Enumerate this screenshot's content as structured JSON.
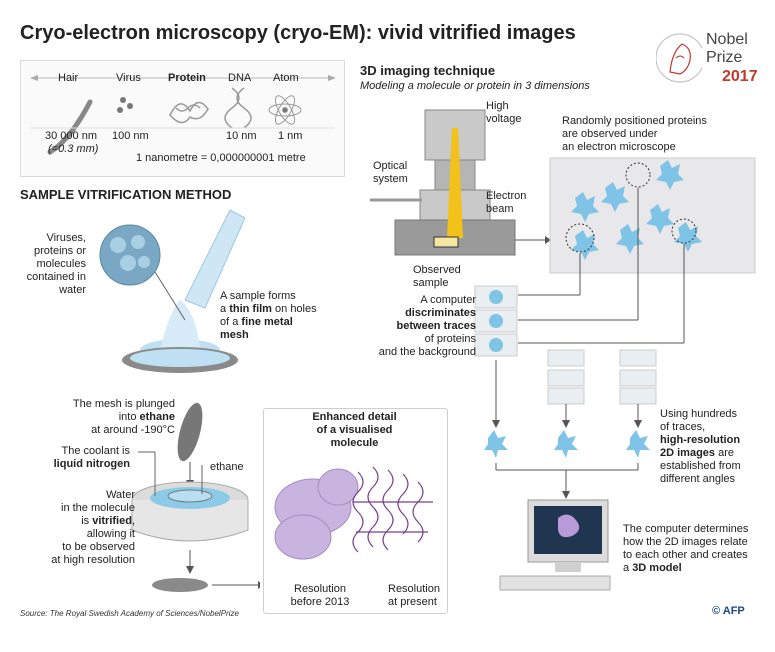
{
  "title": "Cryo-electron microscopy (cryo-EM): vivid vitrified images",
  "nobel": {
    "line1": "Nobel",
    "line2": "Prize",
    "year": "2017"
  },
  "scale": {
    "items": [
      {
        "name": "Hair",
        "size": "30 000 nm",
        "note": "(=0.3 mm)"
      },
      {
        "name": "Virus",
        "size": "100 nm",
        "note": ""
      },
      {
        "name": "Protein",
        "size": "",
        "note": ""
      },
      {
        "name": "DNA",
        "size": "10 nm",
        "note": ""
      },
      {
        "name": "Atom",
        "size": "1 nm",
        "note": ""
      }
    ],
    "nanometre": "1 nanometre = 0,000000001 metre"
  },
  "vitrification": {
    "heading": "SAMPLE VITRIFICATION METHOD",
    "viruses_label": "Viruses, proteins or molecules contained in water",
    "sample_forms_1": "A sample forms",
    "sample_forms_2a": "a ",
    "sample_forms_2b": "thin film",
    "sample_forms_2c": " on holes",
    "sample_forms_3a": "of a ",
    "sample_forms_3b": "fine metal",
    "sample_forms_4": "mesh",
    "plunged_1": "The mesh is plunged",
    "plunged_2a": "into ",
    "plunged_2b": "ethane",
    "plunged_3": "at around -190°C",
    "coolant_1": "The coolant is",
    "coolant_2": "liquid nitrogen",
    "ethane": "ethane",
    "water_1": "Water",
    "water_2": "in the molecule",
    "water_3a": "is ",
    "water_3b": "vitrified",
    "water_3c": ",",
    "water_4": "allowing it",
    "water_5": "to be observed",
    "water_6": "at high resolution"
  },
  "enhanced": {
    "title_1": "Enhanced detail",
    "title_2": "of a visualised",
    "title_3": "molecule",
    "before_1": "Resolution",
    "before_2": "before 2013",
    "present_1": "Resolution",
    "present_2": "at present"
  },
  "imaging": {
    "heading": "3D imaging technique",
    "subheading": "Modeling a molecule or protein in 3 dimensions",
    "high_voltage_1": "High",
    "high_voltage_2": "voltage",
    "optical_1": "Optical",
    "optical_2": "system",
    "electron_1": "Electron",
    "electron_2": "beam",
    "observed_1": "Observed",
    "observed_2": "sample",
    "random_1": "Randomly positioned proteins",
    "random_2": "are observed under",
    "random_3": "an electron microscope",
    "computer_1": "A computer",
    "computer_2": "discriminates",
    "computer_3": "between traces",
    "computer_4": "of proteins",
    "computer_5": "and the background",
    "hundreds_1": "Using hundreds",
    "hundreds_2": "of traces,",
    "hundreds_3": "high-resolution",
    "hundreds_4a": "2D images",
    "hundreds_4b": " are",
    "hundreds_5": "established from",
    "hundreds_6": "different angles",
    "model_1": "The computer determines",
    "model_2": "how the 2D images relate",
    "model_3": "to each other and creates",
    "model_4a": "a ",
    "model_4b": "3D model"
  },
  "source": "Source: The Royal Swedish Academy of Sciences/NobelPrize",
  "credit": "© AFP",
  "colors": {
    "accent_purple": "#8a63b8",
    "ice_blue": "#7fc4e6",
    "beam_yellow": "#f2c21b"
  }
}
